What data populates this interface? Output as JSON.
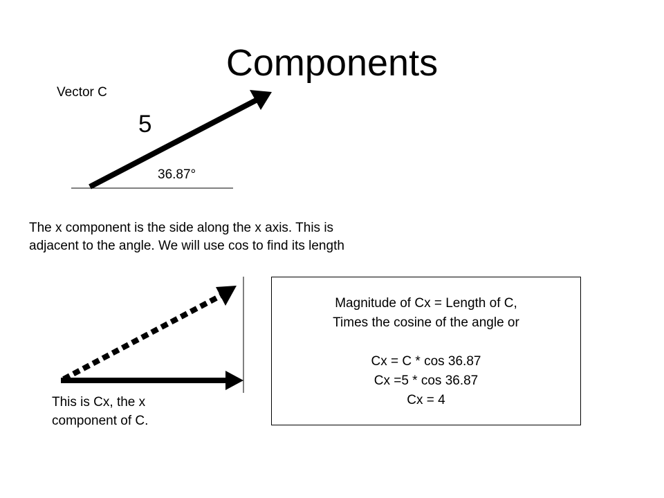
{
  "title": "Components",
  "vector_label": "Vector C",
  "magnitude_label": "5",
  "angle_label": "36.87°",
  "explanation": [
    "The x component is the side along the x axis.  This is",
    "adjacent to the angle.  We will use cos to find its length"
  ],
  "cx_caption": [
    "This is Cx, the x",
    "component of C."
  ],
  "formula_lines": [
    "Magnitude of Cx = Length of C,",
    "Times the cosine of the angle or",
    "",
    "Cx = C * cos 36.87",
    "Cx =5 * cos 36.87",
    "Cx = 4"
  ]
}
